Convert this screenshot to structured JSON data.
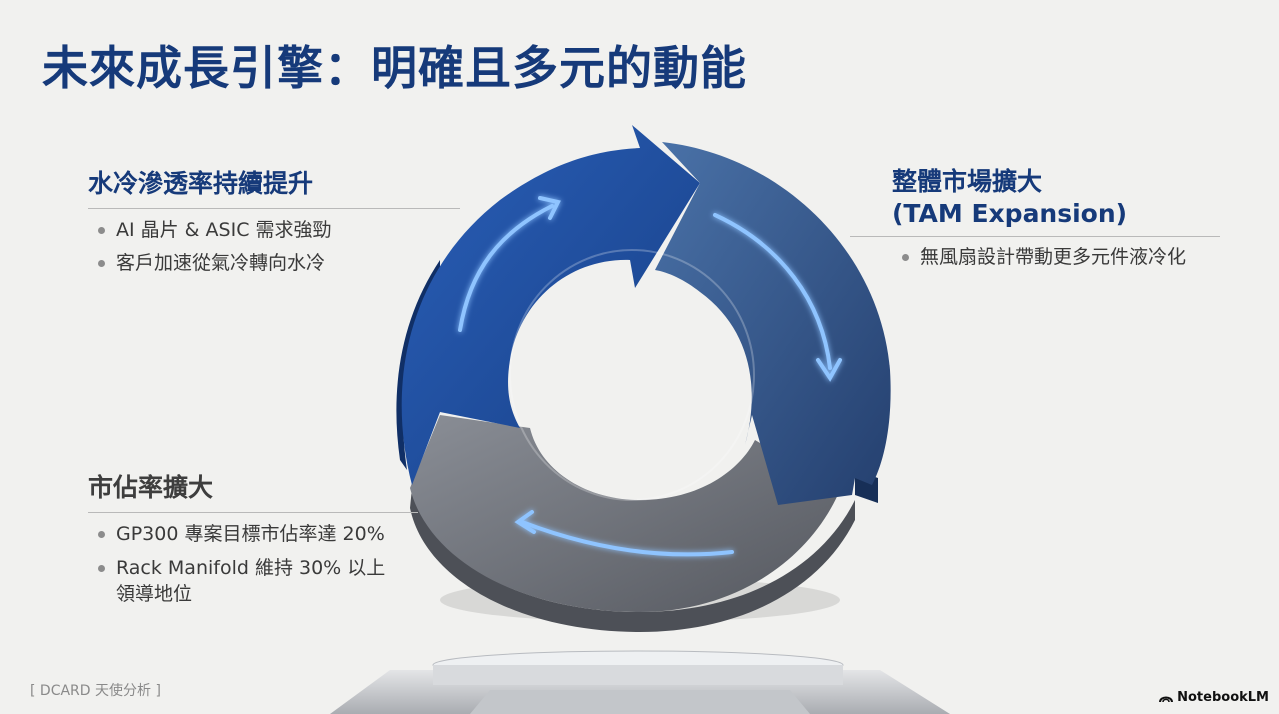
{
  "title": "未來成長引擎：明確且多元的動能",
  "sections": {
    "left_top": {
      "heading": "水冷滲透率持續提升",
      "bullets": [
        "AI 晶片 & ASIC 需求強勁",
        "客戶加速從氣冷轉向水冷"
      ]
    },
    "right": {
      "heading_line1": "整體市場擴大",
      "heading_line2": "(TAM Expansion)",
      "bullets": [
        "無風扇設計帶動更多元件液冷化"
      ]
    },
    "left_bottom": {
      "heading": "市佔率擴大",
      "bullets": [
        "GP300 專案目標市佔率達 20%",
        "Rack Manifold 維持 30% 以上",
        "領導地位"
      ]
    }
  },
  "footer_note": "[ DCARD 天使分析 ]",
  "brand": "NotebookLM",
  "colors": {
    "title": "#163a7a",
    "segment_blue_dark": "#1f4f9e",
    "segment_blue_steel": "#365f93",
    "segment_gray": "#6b6f78",
    "arrow_glow": "#8fc4ff"
  },
  "icons": [
    "notebooklm-logo-icon"
  ]
}
